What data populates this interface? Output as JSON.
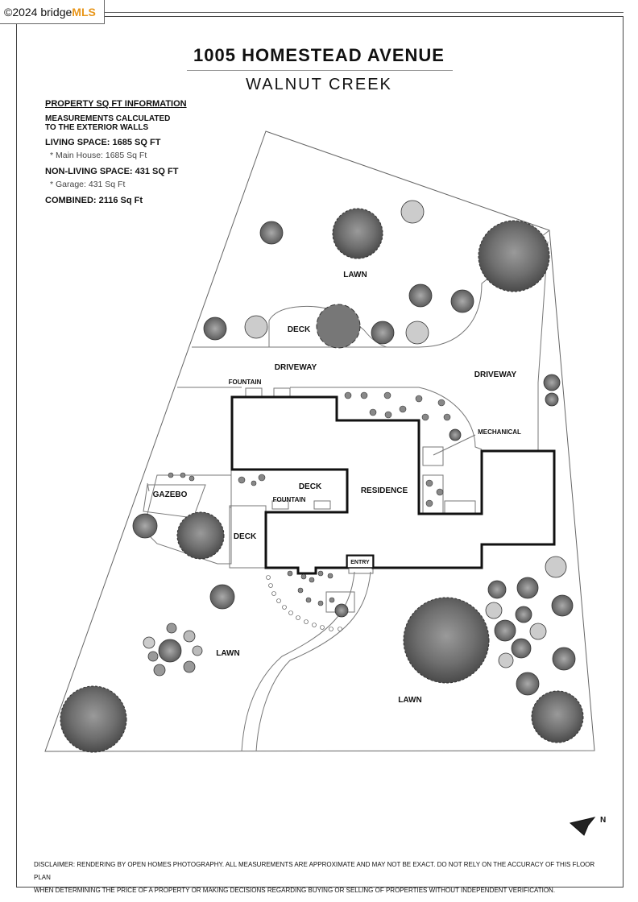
{
  "watermark": {
    "prefix": "©2024 bridge",
    "brand": "MLS"
  },
  "title": "1005 HOMESTEAD AVENUE",
  "subtitle": "WALNUT CREEK",
  "info": {
    "heading": "PROPERTY SQ FT INFORMATION",
    "calc_line1": "MEASUREMENTS CALCULATED",
    "calc_line2": "TO THE EXTERIOR WALLS",
    "living": "LIVING SPACE: 1685 SQ FT",
    "living_detail": "*   Main House:  1685 Sq Ft",
    "nonliving": "NON-LIVING SPACE: 431 SQ FT",
    "nonliving_detail": "*   Garage:  431 Sq Ft",
    "combined": "COMBINED:   2116  Sq Ft"
  },
  "labels": {
    "lawn_top": "LAWN",
    "deck_top": "DECK",
    "driveway_left": "DRIVEWAY",
    "driveway_right": "DRIVEWAY",
    "fountain_top": "FOUNTAIN",
    "mechanical": "MECHANICAL",
    "gazebo": "GAZEBO",
    "deck_mid": "DECK",
    "fountain_mid": "FOUNTAIN",
    "residence": "RESIDENCE",
    "deck_left": "DECK",
    "entry": "ENTRY",
    "lawn_left": "LAWN",
    "lawn_bottom": "LAWN"
  },
  "compass_label": "N",
  "disclaimer_line1": "DISCLAIMER: RENDERING BY OPEN HOMES PHOTOGRAPHY. ALL MEASUREMENTS ARE APPROXIMATE AND MAY NOT BE EXACT. DO NOT RELY ON THE ACCURACY OF THIS FLOOR PLAN",
  "disclaimer_line2": "WHEN DETERMINING THE PRICE OF A PROPERTY OR MAKING DECISIONS REGARDING BUYING OR SELLING OF PROPERTIES WITHOUT INDEPENDENT VERIFICATION."
}
